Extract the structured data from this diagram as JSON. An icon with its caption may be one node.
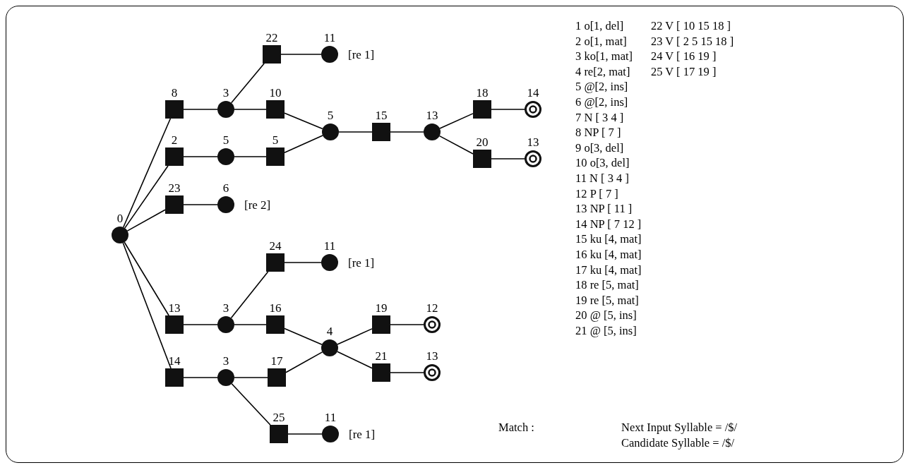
{
  "diagram": {
    "nodes": [
      {
        "text": [
          "0"
        ]
      },
      {
        "text": [
          "8"
        ]
      },
      {
        "text": [
          "3"
        ]
      },
      {
        "text": [
          "22"
        ]
      },
      {
        "text": [
          "11"
        ],
        "beside": [
          "[re 1]"
        ]
      },
      {
        "text": [
          "10"
        ]
      },
      {
        "text": [
          "5"
        ]
      },
      {
        "text": [
          "15"
        ]
      },
      {
        "text": [
          "13"
        ]
      },
      {
        "text": [
          "18"
        ]
      },
      {
        "text": [
          "14"
        ]
      },
      {
        "text": [
          "20"
        ]
      },
      {
        "text": [
          "13"
        ]
      },
      {
        "text": [
          "2"
        ]
      },
      {
        "text": [
          "5"
        ]
      },
      {
        "text": [
          "5"
        ]
      },
      {
        "text": [
          "23"
        ]
      },
      {
        "text": [
          "6"
        ],
        "beside": [
          "[re 2]"
        ]
      },
      {
        "text": [
          "24"
        ]
      },
      {
        "text": [
          "11"
        ],
        "beside": [
          "[re 1]"
        ]
      },
      {
        "text": [
          "13"
        ]
      },
      {
        "text": [
          "3"
        ]
      },
      {
        "text": [
          "16"
        ]
      },
      {
        "text": [
          "4"
        ]
      },
      {
        "text": [
          "19"
        ]
      },
      {
        "text": [
          "12"
        ]
      },
      {
        "text": [
          "21"
        ]
      },
      {
        "text": [
          "13"
        ]
      },
      {
        "text": [
          "14"
        ]
      },
      {
        "text": [
          "3"
        ]
      },
      {
        "text": [
          "17"
        ]
      },
      {
        "text": [
          "25"
        ]
      },
      {
        "text": [
          "11"
        ],
        "beside": [
          "[re 1]"
        ]
      }
    ],
    "edges": [
      {
        "from": 0,
        "to": 1,
        "arrow": "none"
      },
      {
        "from": 0,
        "to": 13,
        "arrow": "none"
      },
      {
        "from": 0,
        "to": 16,
        "arrow": "none"
      },
      {
        "from": 0,
        "to": 20,
        "arrow": "none"
      },
      {
        "from": 0,
        "to": 28,
        "arrow": "none"
      },
      {
        "from": 1,
        "to": 2,
        "arrow": "none"
      },
      {
        "from": 2,
        "to": 3,
        "arrow": "none"
      },
      {
        "from": 3,
        "to": 4,
        "arrow": "none"
      },
      {
        "from": 2,
        "to": 5,
        "arrow": "none"
      },
      {
        "from": 5,
        "to": 6,
        "arrow": "none"
      },
      {
        "from": 13,
        "to": 14,
        "arrow": "none"
      },
      {
        "from": 14,
        "to": 15,
        "arrow": "none"
      },
      {
        "from": 15,
        "to": 6,
        "arrow": "none"
      },
      {
        "from": 6,
        "to": 7,
        "arrow": "none"
      },
      {
        "from": 7,
        "to": 8,
        "arrow": "none"
      },
      {
        "from": 8,
        "to": 9,
        "arrow": "none"
      },
      {
        "from": 9,
        "to": 10,
        "arrow": "none"
      },
      {
        "from": 8,
        "to": 11,
        "arrow": "none"
      },
      {
        "from": 11,
        "to": 12,
        "arrow": "none"
      },
      {
        "from": 16,
        "to": 17,
        "arrow": "none"
      },
      {
        "from": 20,
        "to": 21,
        "arrow": "none"
      },
      {
        "from": 21,
        "to": 18,
        "arrow": "none"
      },
      {
        "from": 18,
        "to": 19,
        "arrow": "none"
      },
      {
        "from": 21,
        "to": 22,
        "arrow": "none"
      },
      {
        "from": 22,
        "to": 23,
        "arrow": "none"
      },
      {
        "from": 28,
        "to": 29,
        "arrow": "none"
      },
      {
        "from": 29,
        "to": 30,
        "arrow": "none"
      },
      {
        "from": 30,
        "to": 23,
        "arrow": "none"
      },
      {
        "from": 29,
        "to": 31,
        "arrow": "none"
      },
      {
        "from": 31,
        "to": 32,
        "arrow": "none"
      },
      {
        "from": 23,
        "to": 24,
        "arrow": "none"
      },
      {
        "from": 24,
        "to": 25,
        "arrow": "none"
      },
      {
        "from": 23,
        "to": 26,
        "arrow": "none"
      },
      {
        "from": 26,
        "to": 27,
        "arrow": "none"
      }
    ],
    "labels": [
      "1 o[1, del]",
      "22 V [ 10 15 18 ]",
      "2 o[1, mat]",
      "23 V [ 2 5 15 18 ]",
      "3 ko[1, mat]",
      "24 V [ 16 19 ]",
      "4 re[2, mat]",
      "25 V [ 17 19 ]",
      "5 @[2, ins]",
      "6 @[2, ins]",
      "7 N [ 3 4 ]",
      "8 NP [ 7 ]",
      "9 o[3, del]",
      "10 o[3, del]",
      "11 N [ 3 4 ]",
      "12 P [ 7 ]",
      "13 NP [ 11 ]",
      "14 NP [ 7 12 ]",
      "15 ku [4, mat]",
      "16 ku [4, mat]",
      "17 ku [4, mat]",
      "18 re [5, mat]",
      "19 re [5, mat]",
      "20 @ [5, ins]",
      "21 @ [5, ins]",
      "Match :",
      "Next Input Syllable = /$/",
      "Candidate Syllable = /$/"
    ]
  }
}
